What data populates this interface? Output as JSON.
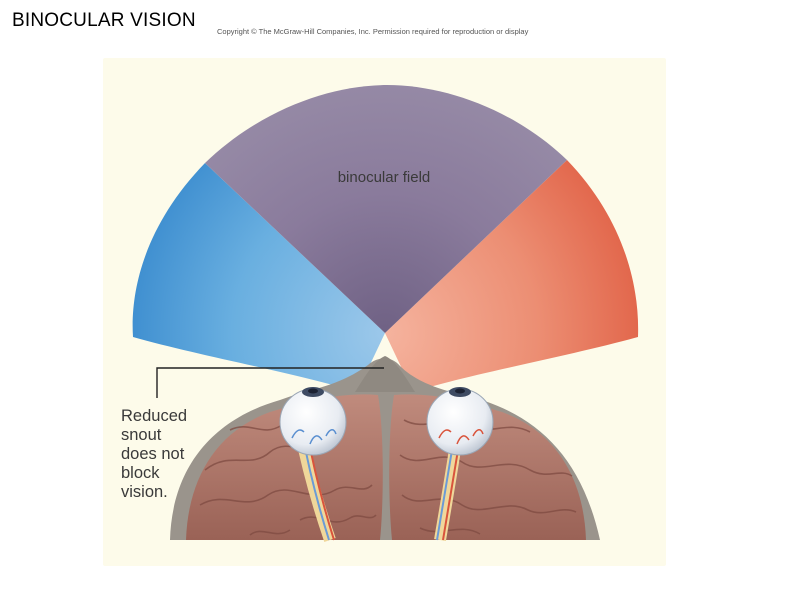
{
  "slide": {
    "title": "BINOCULAR VISION",
    "copyright": "Copyright © The McGraw-Hill Companies, Inc. Permission required for reproduction or display"
  },
  "diagram": {
    "binocular_label": "binocular field",
    "snout_callout": [
      "Reduced",
      "snout",
      "does not",
      "block",
      "vision."
    ],
    "colors": {
      "background": "#fdfbea",
      "binocular_field": "#8a7b9c",
      "left_field": "#5aa6dc",
      "right_field": "#ea8e73",
      "brain": "#b07a6e",
      "skull": "#9a948c"
    }
  }
}
